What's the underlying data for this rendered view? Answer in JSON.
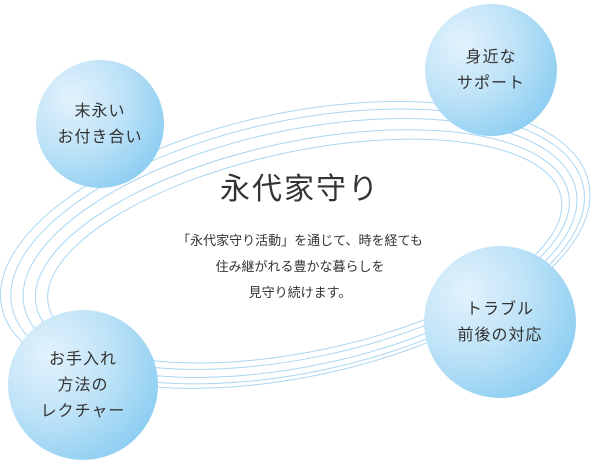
{
  "diagram": {
    "title": "永代家守り",
    "description": [
      "「永代家守り活動」を通じて、時を経ても",
      "住み継がれる豊かな暮らしを",
      "見守り続けます。"
    ],
    "circles": {
      "top_left": [
        "末永い",
        "お付き合い"
      ],
      "top_right": [
        "身近な",
        "サポート"
      ],
      "bottom_left": [
        "お手入れ",
        "方法の",
        "レクチャー"
      ],
      "bottom_right": [
        "トラブル",
        "前後の対応"
      ]
    },
    "colors": {
      "circle_fill": "#8fcff2",
      "circle_highlight": "#e3f2fd",
      "ring_stroke": "#a9d6f2",
      "text": "#333333"
    }
  }
}
